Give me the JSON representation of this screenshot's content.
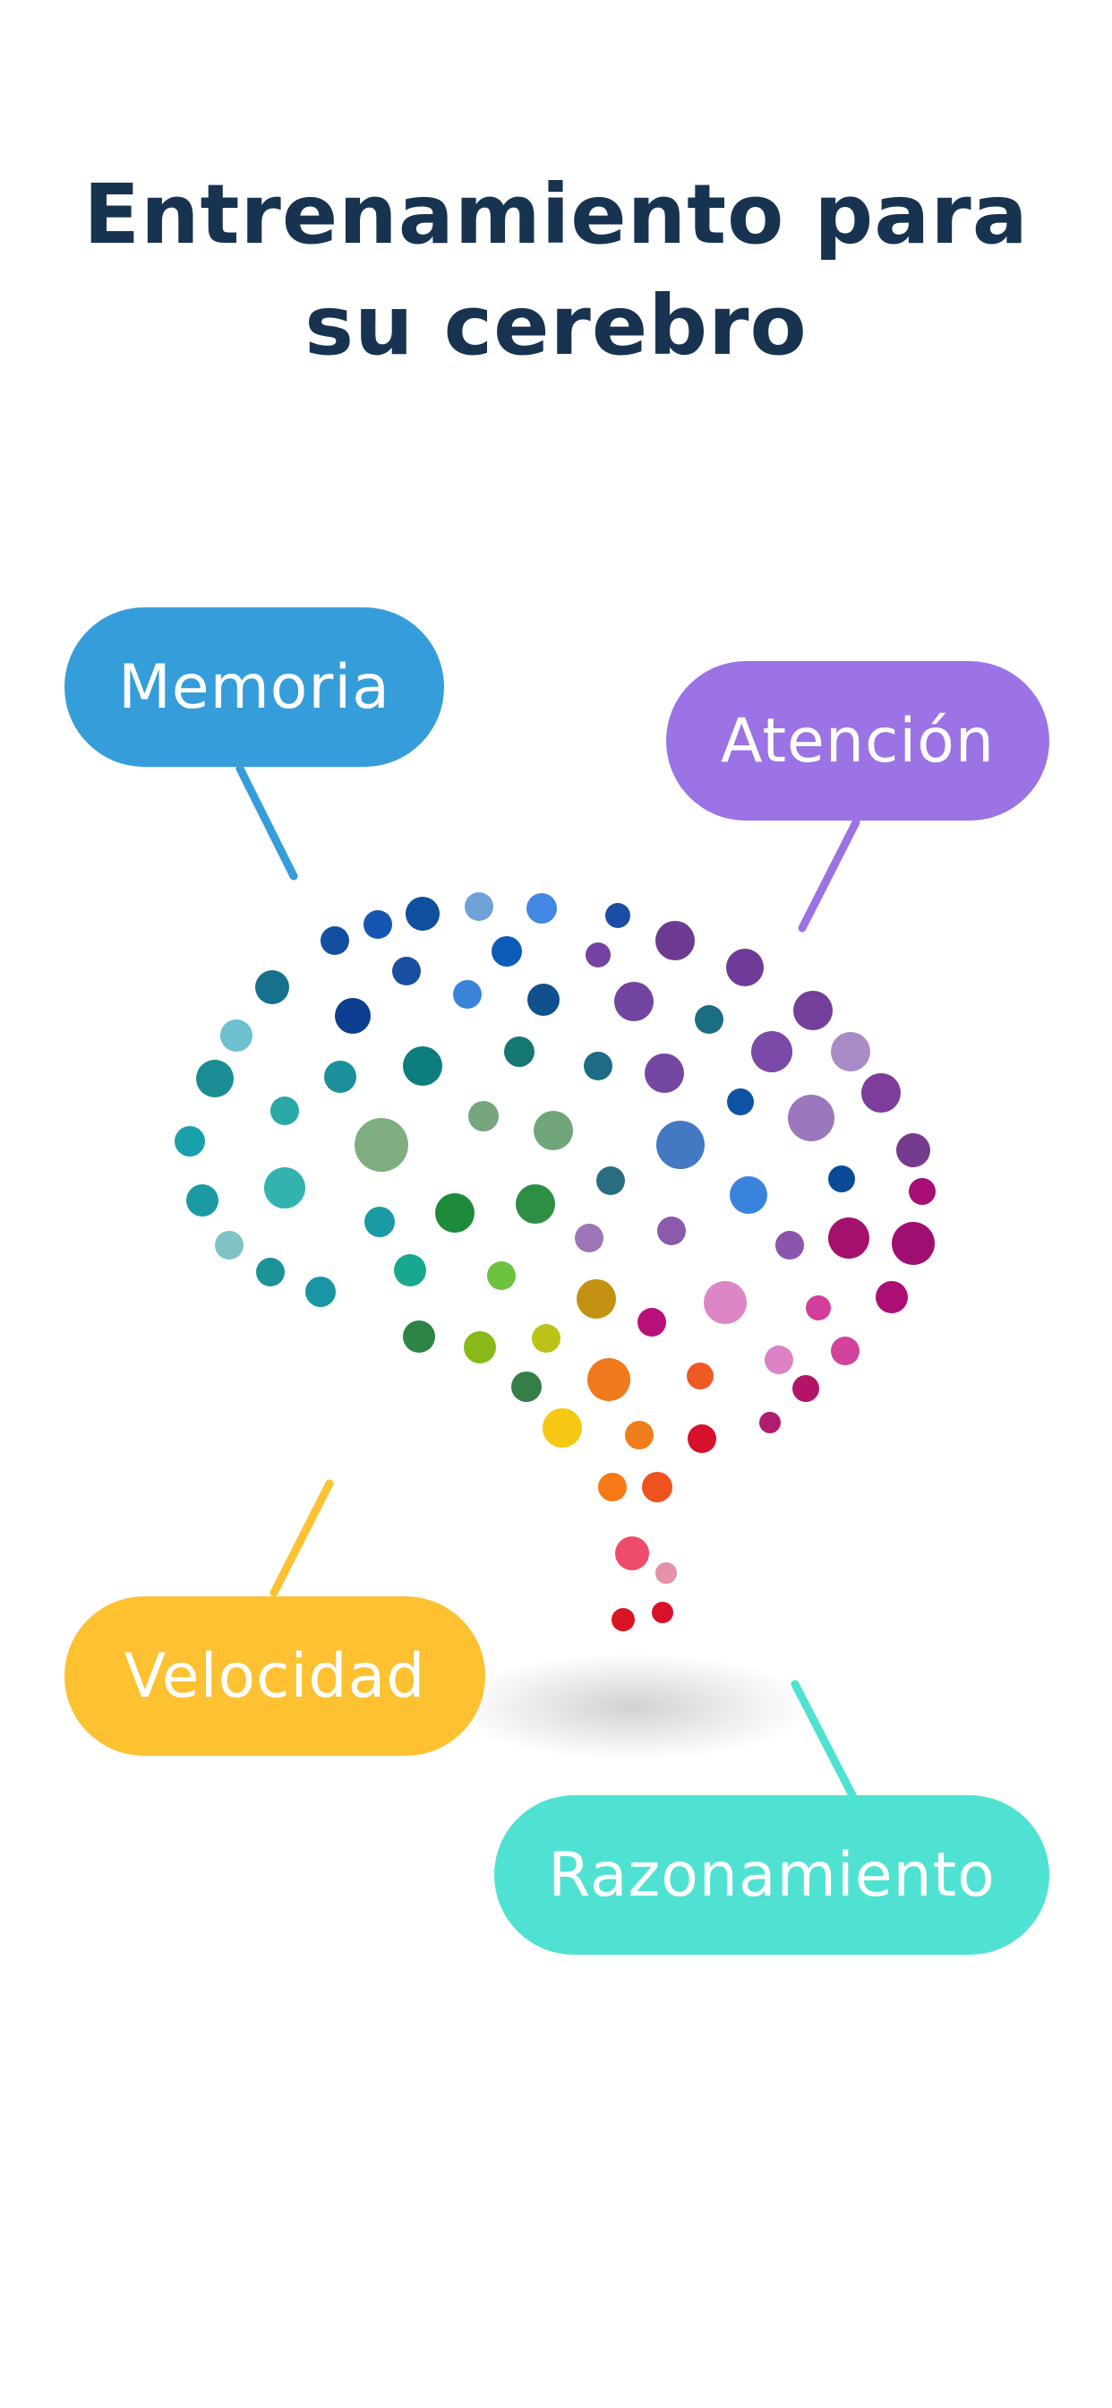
{
  "title": "Entrenamiento para su cerebro",
  "labels": {
    "memoria": "Memoria",
    "atencion": "Atención",
    "velocidad": "Velocidad",
    "razonamiento": "Razonamiento"
  },
  "colors": {
    "title": "#183350",
    "memoria": "#359dd9",
    "atencion": "#9b73e4",
    "velocidad": "#fdc131",
    "razonamiento": "#4fe2d2"
  },
  "illustration": {
    "icon": "brain-dots-icon"
  }
}
